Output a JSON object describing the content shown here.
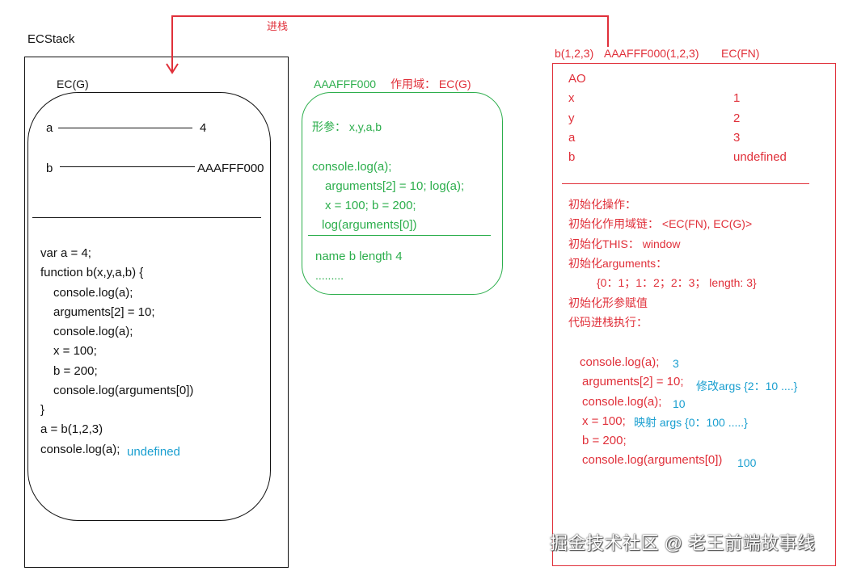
{
  "colors": {
    "red": "#e0303a",
    "green": "#2cae4c",
    "blue": "#1a9fd0",
    "black": "#111111"
  },
  "stack": {
    "label": "ECStack",
    "push_label": "进栈",
    "global_ec": {
      "label": "EC(G)",
      "vars": [
        {
          "name": "a",
          "value": "4"
        },
        {
          "name": "b",
          "value": "AAAFFF000"
        }
      ],
      "code": [
        "var a = 4;",
        "function b(x,y,a,b) {",
        "console.log(a);",
        "arguments[2] = 10;",
        "console.log(a);",
        "x = 100;",
        "b = 200;",
        "console.log(arguments[0])",
        "}",
        "a = b(1,2,3)",
        "console.log(a);"
      ],
      "result": "undefined"
    }
  },
  "heap": {
    "address": "AAAFFF000",
    "scope_label": "作用域：  EC(G)",
    "params": "形参：  x,y,a,b",
    "code": [
      "console.log(a);",
      "arguments[2] = 10; log(a);",
      "x = 100; b = 200;",
      "log(arguments[0])"
    ],
    "props": "name b  length 4",
    "more": "........."
  },
  "fn_ec": {
    "header_call": "b(1,2,3)",
    "header_addr": "AAAFFF000(1,2,3)",
    "header_ec": "EC(FN)",
    "ao_label": "AO",
    "ao": [
      {
        "name": "x",
        "value": "1"
      },
      {
        "name": "y",
        "value": "2"
      },
      {
        "name": "a",
        "value": "3"
      },
      {
        "name": "b",
        "value": "undefined"
      }
    ],
    "init": [
      "初始化操作：",
      "初始化作用域链：  <EC(FN), EC(G)>",
      "初始化THIS：  window",
      "初始化arguments：",
      "{0：1；1：2；2：3；  length: 3}",
      "初始化形参赋值",
      "代码进栈执行："
    ],
    "exec": [
      {
        "code": "console.log(a);",
        "note": "3"
      },
      {
        "code": "arguments[2] = 10;",
        "note": "修改args {2：10 ....}"
      },
      {
        "code": "console.log(a);",
        "note": "10"
      },
      {
        "code": "x = 100;",
        "note": "映射 args {0：100 .....}"
      },
      {
        "code": "b = 200;",
        "note": ""
      },
      {
        "code": "console.log(arguments[0])",
        "note": "100"
      }
    ]
  },
  "watermark": "掘金技术社区 @ 老王前端故事线"
}
